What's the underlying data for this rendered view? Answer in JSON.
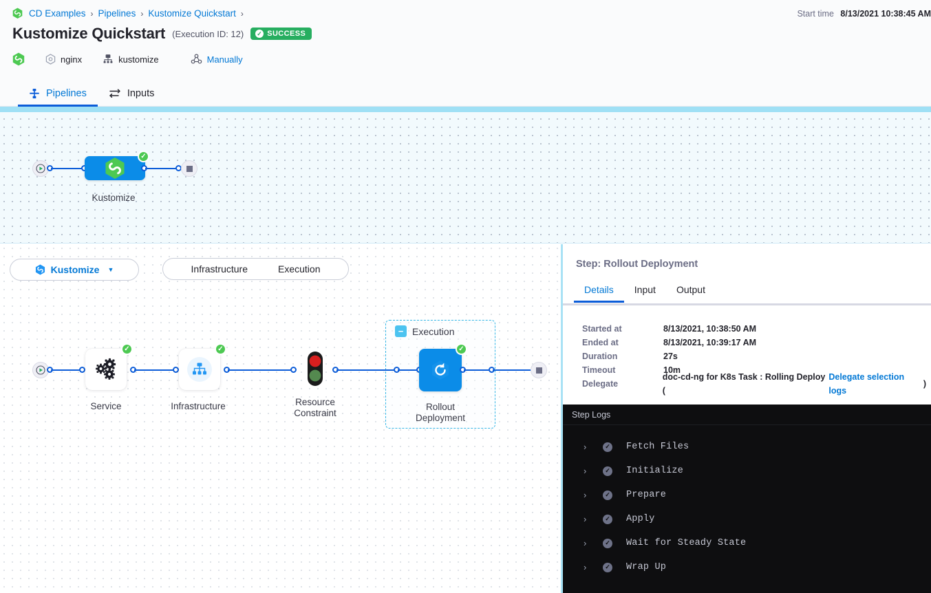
{
  "header": {
    "breadcrumb": {
      "logo_icon": "harness-logo-icon",
      "items": [
        "CD Examples",
        "Pipelines",
        "Kustomize Quickstart"
      ],
      "separator": "›"
    },
    "title": "Kustomize Quickstart",
    "execution_id": "(Execution ID: 12)",
    "status_badge": {
      "label": "SUCCESS",
      "color": "#27ae60",
      "icon": "check-circle-icon"
    },
    "start_time": {
      "label": "Start time",
      "value": "8/13/2021 10:38:45 AM"
    },
    "meta": [
      {
        "icon": "harness-logo-icon",
        "label": ""
      },
      {
        "icon": "service-hex-icon",
        "label": "nginx"
      },
      {
        "icon": "infrastructure-icon",
        "label": "kustomize"
      },
      {
        "icon": "trigger-manual-icon",
        "label": "Manually",
        "link": true
      }
    ],
    "tabs": [
      {
        "label": "Pipelines",
        "icon": "pipeline-icon",
        "active": true
      },
      {
        "label": "Inputs",
        "icon": "inputs-icon",
        "active": false
      }
    ]
  },
  "pipeline_graph": {
    "start_icon": "play-circle-icon",
    "end_icon": "stop-square-icon",
    "stages": [
      {
        "label": "Kustomize",
        "icon": "harness-logo-icon",
        "status": "success",
        "status_icon": "check-circle-icon"
      }
    ]
  },
  "stage_toolbar": {
    "stage_selector": {
      "label": "Kustomize",
      "icon": "harness-logo-icon",
      "caret": "▼"
    },
    "sections": [
      "Infrastructure",
      "Execution"
    ]
  },
  "stage_graph": {
    "start_icon": "play-circle-icon",
    "end_icon": "stop-square-icon",
    "nodes": [
      {
        "label": "Service",
        "icon": "service-gears-icon",
        "status": "success"
      },
      {
        "label": "Infrastructure",
        "icon": "infrastructure-node-icon",
        "status": "success"
      },
      {
        "label": "Resource\nConstraint",
        "label_line1": "Resource",
        "label_line2": "Constraint",
        "icon": "traffic-light-icon",
        "status": "none"
      }
    ],
    "group": {
      "label": "Execution",
      "collapse_icon": "minus-icon",
      "steps": [
        {
          "label_line1": "Rollout",
          "label_line2": "Deployment",
          "icon": "rollout-refresh-icon",
          "status": "success"
        }
      ]
    }
  },
  "right_panel": {
    "title": "Step: Rollout Deployment",
    "tabs": [
      {
        "label": "Details",
        "active": true
      },
      {
        "label": "Input",
        "active": false
      },
      {
        "label": "Output",
        "active": false
      }
    ],
    "details": [
      {
        "key": "Started at",
        "value": "8/13/2021, 10:38:50 AM"
      },
      {
        "key": "Ended at",
        "value": "8/13/2021, 10:39:17 AM"
      },
      {
        "key": "Duration",
        "value": "27s"
      },
      {
        "key": "Timeout",
        "value": "10m"
      },
      {
        "key": "Delegate",
        "value": "doc-cd-ng for K8s Task : Rolling Deploy (",
        "link_text": "Delegate selection logs",
        "value_suffix": ")"
      }
    ],
    "logs": {
      "header": "Step Logs",
      "rows": [
        {
          "name": "Fetch Files",
          "status": "success",
          "chevron": "›"
        },
        {
          "name": "Initialize",
          "status": "success",
          "chevron": "›"
        },
        {
          "name": "Prepare",
          "status": "success",
          "chevron": "›"
        },
        {
          "name": "Apply",
          "status": "success",
          "chevron": "›"
        },
        {
          "name": "Wait for Steady State",
          "status": "success",
          "chevron": "›"
        },
        {
          "name": "Wrap Up",
          "status": "success",
          "chevron": "›"
        }
      ]
    }
  },
  "colors": {
    "brand_blue": "#0278d5",
    "node_blue": "#0b8ce8",
    "success_green": "#27ae60",
    "status_green": "#4dc952",
    "canvas_top_bg": "#f2fafd",
    "log_bg": "#0e0e10"
  }
}
